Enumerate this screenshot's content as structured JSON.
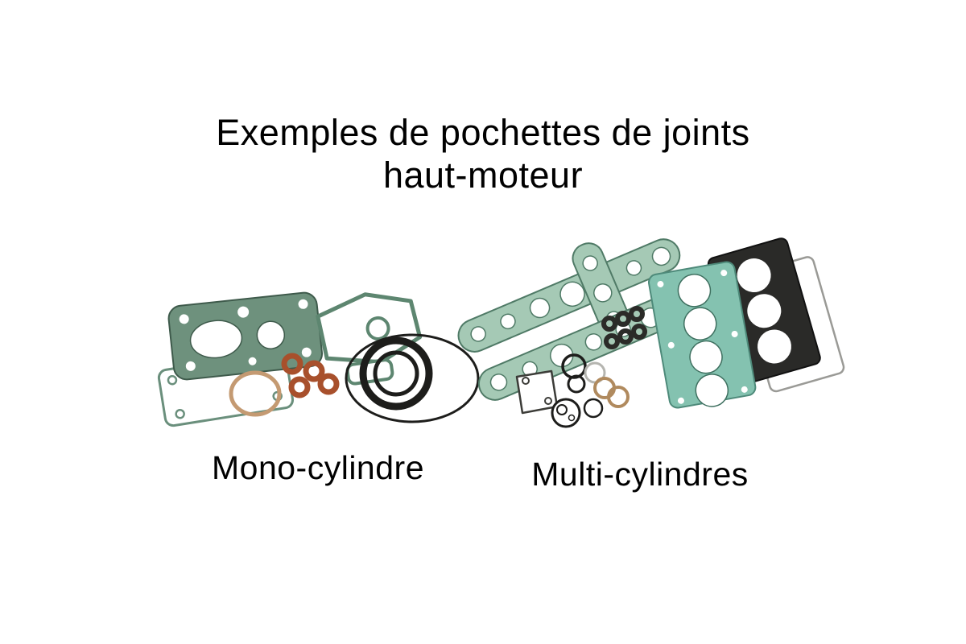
{
  "page": {
    "title_line1": "Exemples de pochettes de joints",
    "title_line2": "haut-moteur",
    "labels": {
      "left": "Mono-cylindre",
      "right": "Multi-cylindres"
    },
    "illustration": {
      "left_kit": "mono-cylinder top-end gasket kit",
      "right_kit": "multi-cylinder top-end gasket kit"
    },
    "colors": {
      "gasket_green": "#6e917d",
      "gasket_strip": "#a5c9b5",
      "gasket_teal": "#84c2b0",
      "copper": "#a8502c",
      "tan": "#c49a72",
      "dark": "#1d1d1b",
      "text": "#000000",
      "page_bg": "#ffffff"
    }
  }
}
